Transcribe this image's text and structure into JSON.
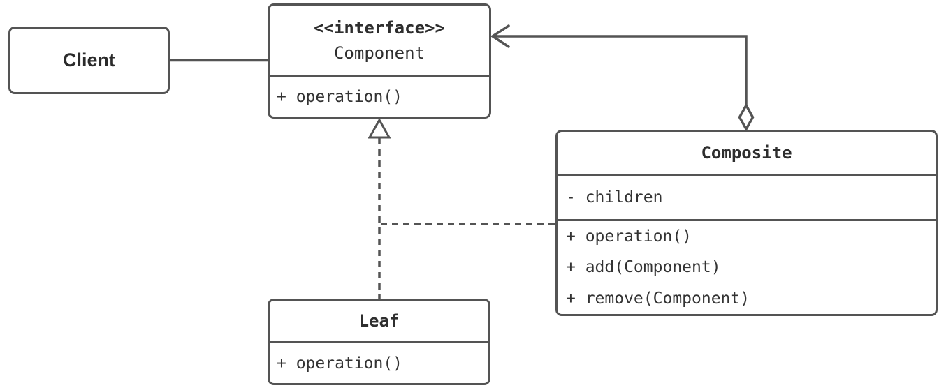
{
  "diagram": {
    "kind": "uml-class-diagram",
    "pattern_name": "Composite",
    "colors": {
      "line": "#545454",
      "text": "#333333",
      "bg": "#ffffff"
    },
    "classes": {
      "client": {
        "name": "Client"
      },
      "component": {
        "stereotype": "<<interface>>",
        "name": "Component",
        "methods": [
          "+ operation()"
        ]
      },
      "composite": {
        "name": "Composite",
        "attributes": [
          "- children"
        ],
        "methods": [
          "+ operation()",
          "+ add(Component)",
          "+ remove(Component)"
        ]
      },
      "leaf": {
        "name": "Leaf",
        "methods": [
          "+ operation()"
        ]
      }
    },
    "relations": [
      {
        "from": "Client",
        "to": "Component",
        "type": "association",
        "line": "solid",
        "marker": "none"
      },
      {
        "from": "Composite",
        "to": "Component",
        "type": "aggregation",
        "line": "solid",
        "marker": "open-arrow + hollow-diamond"
      },
      {
        "from": "Leaf",
        "to": "Component",
        "type": "realization",
        "line": "dashed",
        "marker": "hollow-triangle"
      },
      {
        "from": "Composite",
        "to": "Component",
        "type": "realization",
        "line": "dashed",
        "marker": "joins Leaf realization line"
      }
    ]
  }
}
